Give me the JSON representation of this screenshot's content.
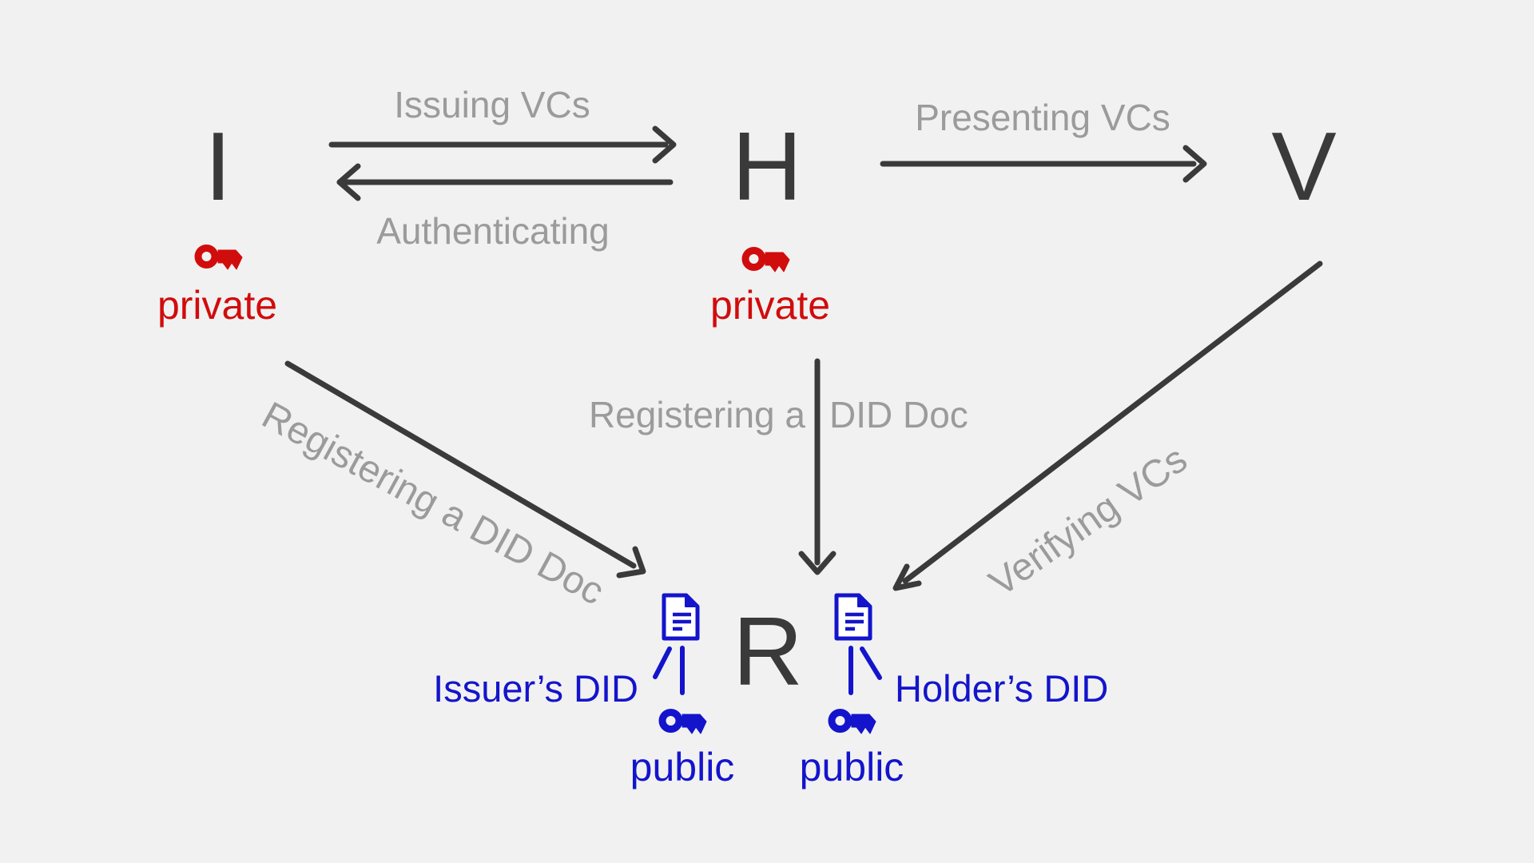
{
  "colors": {
    "background": "#f1f1f1",
    "ink": "#3a3a3a",
    "muted": "#9b9b9b",
    "private_red": "#d10c0c",
    "public_blue": "#1414cc",
    "document_fill": "#ffffff"
  },
  "actors": {
    "issuer": "I",
    "holder": "H",
    "verifier": "V",
    "registry": "R"
  },
  "flows": {
    "issuing": "Issuing VCs",
    "authenticating": "Authenticating",
    "presenting": "Presenting VCs",
    "registering_issuer": "Registering a DID Doc",
    "registering_holder_left": "Registering a",
    "registering_holder_right": "DID Doc",
    "verifying": "Verifying VCs"
  },
  "keys": {
    "issuer_private": "private",
    "holder_private": "private",
    "issuer_public": "public",
    "holder_public": "public"
  },
  "dids": {
    "issuer": "Issuer’s DID",
    "holder": "Holder’s DID"
  },
  "icons": {
    "key": "key-icon",
    "did_document": "did-document-icon"
  }
}
